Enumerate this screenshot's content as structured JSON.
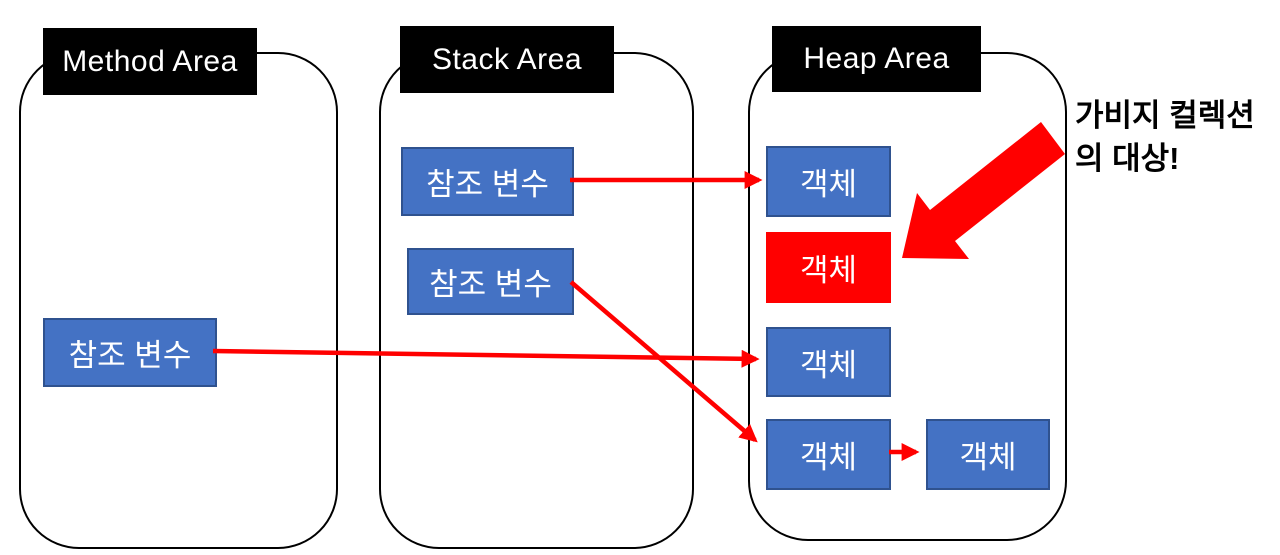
{
  "diagram": {
    "title_context": "JVM memory areas and garbage collection",
    "areas": {
      "method": {
        "label": "Method Area"
      },
      "stack": {
        "label": "Stack Area"
      },
      "heap": {
        "label": "Heap Area"
      }
    },
    "labels": {
      "ref_var": "참조 변수",
      "object": "객체"
    },
    "annotation": {
      "line1": "가비지 컬렉션",
      "line2": "의 대상!"
    },
    "colors": {
      "node_blue_fill": "#4472C4",
      "node_blue_border": "#2F528F",
      "node_red_fill": "#FF0000",
      "arrow_red": "#FF0000",
      "label_bg": "#000000",
      "label_text": "#FFFFFF"
    }
  }
}
